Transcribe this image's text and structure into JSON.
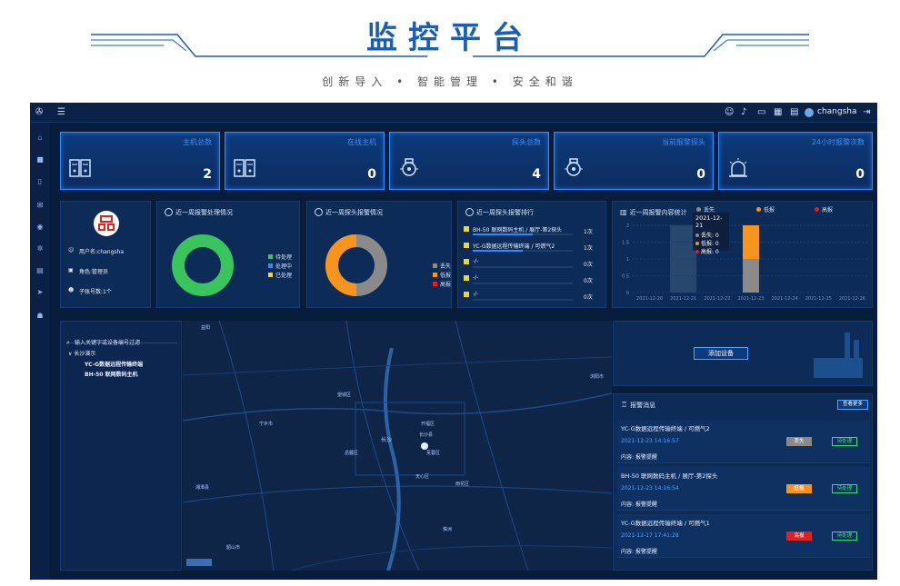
{
  "header": {
    "title": "监控平台",
    "subtitle": "创新导入 • 智能管理 • 安全和谐"
  },
  "topbar": {
    "username": "changsha"
  },
  "cards": [
    {
      "label": "主机总数",
      "value": "2",
      "icon": "host-icon"
    },
    {
      "label": "在线主机",
      "value": "0",
      "icon": "host-icon"
    },
    {
      "label": "探头总数",
      "value": "4",
      "icon": "probe-icon"
    },
    {
      "label": "当前报警探头",
      "value": "0",
      "icon": "probe-icon"
    },
    {
      "label": "24小时报警次数",
      "value": "0",
      "icon": "alarm-icon"
    }
  ],
  "profile": {
    "username": "用户名:changsha",
    "role": "角色:管理员",
    "subaccounts": "子账号数:1个"
  },
  "panels": {
    "handling": {
      "title": "近一周报警处理情况",
      "legend": [
        "待处理",
        "处理中",
        "已处理"
      ]
    },
    "probe": {
      "title": "近一周探头报警情况",
      "legend": [
        "丢失",
        "低报",
        "高报"
      ]
    },
    "ranking": {
      "title": "近一周探头报警排行",
      "rows": [
        {
          "name": "BH-50 联网数码主机 / 展厅-第2探头",
          "count": "1次"
        },
        {
          "name": "YC-G数据远程传输终端 / 可燃气2",
          "count": "1次"
        },
        {
          "name": "-/-",
          "count": "0次"
        },
        {
          "name": "-/-",
          "count": "0次"
        },
        {
          "name": "-/-",
          "count": "0次"
        }
      ]
    },
    "daily": {
      "title": "近一周报警内容统计",
      "legend": [
        "丢失",
        "低报",
        "高报"
      ],
      "tooltip": {
        "date": "2021-12-21",
        "lines": [
          "丢失: 0",
          "低报: 0",
          "高报: 0"
        ]
      }
    }
  },
  "chart_data": {
    "type": "bar",
    "title": "近一周报警内容统计",
    "categories": [
      "2021-12-20",
      "2021-12-21",
      "2021-12-22",
      "2021-12-23",
      "2021-12-24",
      "2021-12-25",
      "2021-12-26"
    ],
    "series": [
      {
        "name": "丢失",
        "values": [
          0,
          0,
          0,
          1,
          0,
          0,
          0
        ],
        "color": "#8a8a8a"
      },
      {
        "name": "低报",
        "values": [
          0,
          0,
          0,
          1,
          0,
          0,
          0
        ],
        "color": "#f7941d"
      },
      {
        "name": "高报",
        "values": [
          0,
          0,
          0,
          0,
          0,
          0,
          0
        ],
        "color": "#e02020"
      }
    ],
    "yticks": [
      "0",
      "0.5",
      "1",
      "1.5",
      "2"
    ],
    "ylim": [
      0,
      2
    ]
  },
  "tree": {
    "placeholder": "输入关键字或设备编号过滤",
    "root": "长沙演示",
    "children": [
      "YC-G数据远程传输终端",
      "BH-50 联网数码主机"
    ]
  },
  "map": {
    "labels": [
      "益阳",
      "长沙",
      "望城区",
      "岳麓区",
      "开福区",
      "芙蓉区",
      "天心区",
      "雨花区",
      "长沙县",
      "宁乡市",
      "浏阳市",
      "湘潭县",
      "株洲",
      "韶山市"
    ]
  },
  "add_device": "添加设备",
  "alerts": {
    "title": "报警消息",
    "more": "查看更多",
    "items": [
      {
        "device": "YC-G数据远程传输终端 / 可燃气2",
        "time": "2021-12-23 14:16:57",
        "content": "内容: 报警提醒",
        "status": "丢失",
        "action": "待处理",
        "color": "#8a8a8a"
      },
      {
        "device": "BH-50 联网数码主机 / 展厅-第2探头",
        "time": "2021-12-23 14:16:54",
        "content": "内容: 报警提醒",
        "status": "低报",
        "action": "待处理",
        "color": "#f7941d"
      },
      {
        "device": "YC-G数据远程传输终端 / 可燃气1",
        "time": "2021-12-17 17:41:28",
        "content": "内容: 报警提醒",
        "status": "高报",
        "action": "待处理",
        "color": "#e02020"
      }
    ]
  }
}
